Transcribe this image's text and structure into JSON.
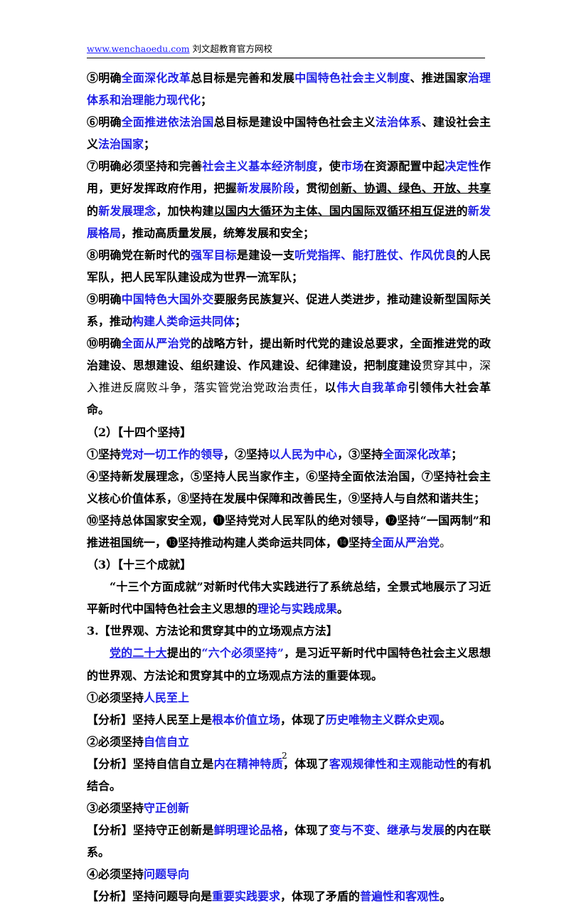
{
  "header": {
    "link": "www.wenchaoedu.com",
    "org": " 刘文超教育官方网校"
  },
  "paragraphs": [
    [
      {
        "t": "⑤明确",
        "s": "b"
      },
      {
        "t": "全面深化改革",
        "s": "hl"
      },
      {
        "t": "总目标是完善和发展",
        "s": "b"
      },
      {
        "t": "中国特色社会主义制度",
        "s": "hl"
      },
      {
        "t": "、推进国家",
        "s": "b"
      },
      {
        "t": "治理体系和治理能力现代化",
        "s": "hl"
      },
      {
        "t": "；",
        "s": "b"
      }
    ],
    [
      {
        "t": "⑥明确",
        "s": "b"
      },
      {
        "t": "全面推进依法治国",
        "s": "hl"
      },
      {
        "t": "总目标是建设中国特色社会主义",
        "s": "b"
      },
      {
        "t": "法治体系",
        "s": "hl"
      },
      {
        "t": "、建设社会主义",
        "s": "b"
      },
      {
        "t": "法治国家",
        "s": "hl"
      },
      {
        "t": "；",
        "s": "b"
      }
    ],
    [
      {
        "t": "⑦明确必须坚持和完善",
        "s": "b"
      },
      {
        "t": "社会主义基本经济制度",
        "s": "hl"
      },
      {
        "t": "，使",
        "s": "b"
      },
      {
        "t": "市场",
        "s": "hl"
      },
      {
        "t": "在资源配置中起",
        "s": "b"
      },
      {
        "t": "决定性",
        "s": "hl"
      },
      {
        "t": "作用，更好发挥政府作用，把握",
        "s": "b"
      },
      {
        "t": "新发展阶段",
        "s": "hl"
      },
      {
        "t": "，贯彻",
        "s": "b"
      },
      {
        "t": "创新、协调、绿色、开放、共享",
        "s": "b u"
      },
      {
        "t": "的",
        "s": "b"
      },
      {
        "t": "新发展理念",
        "s": "hl"
      },
      {
        "t": "，加快构建",
        "s": "b"
      },
      {
        "t": "以国内大循环为主体、国内国际双循环相互促进",
        "s": "b u"
      },
      {
        "t": "的",
        "s": "b"
      },
      {
        "t": "新发展格局",
        "s": "hl"
      },
      {
        "t": "，推动高质量发展，统筹发展和安全；",
        "s": "b"
      }
    ],
    [
      {
        "t": "⑧明确党在新时代的",
        "s": "b"
      },
      {
        "t": "强军目标",
        "s": "hl"
      },
      {
        "t": "是建设一支",
        "s": "b"
      },
      {
        "t": "听党指挥、能打胜仗、作风优良",
        "s": "hl"
      },
      {
        "t": "的人民军队，把人民军队建设成为世界一流军队；",
        "s": "b"
      }
    ],
    [
      {
        "t": "⑨明确",
        "s": "b"
      },
      {
        "t": "中国特色大国外交",
        "s": "hl"
      },
      {
        "t": "要服务民族复兴、促进人类进步，推动建设新型国际关系，推动",
        "s": "b"
      },
      {
        "t": "构建人类命运共同体",
        "s": "hl"
      },
      {
        "t": "；",
        "s": "b"
      }
    ],
    [
      {
        "t": "⑩明确",
        "s": "b"
      },
      {
        "t": "全面从严治党",
        "s": "hl"
      },
      {
        "t": "的战略方针，提出新时代党的建设总要求，全面推进党的政治建设、思想建设、组织建设、作风建设、纪律建设，把制度建设",
        "s": "b"
      },
      {
        "t": "贯穿其中，深入推进反腐败斗争，落实管党治党政治责任，",
        "s": ""
      },
      {
        "t": "以",
        "s": "b"
      },
      {
        "t": "伟大自我革命",
        "s": "hl"
      },
      {
        "t": "引领伟大社会革命。",
        "s": "b"
      }
    ],
    [
      {
        "t": "（2）【十四个坚持】",
        "s": "b"
      }
    ],
    [
      {
        "t": "①坚持",
        "s": "b"
      },
      {
        "t": "党对一切工作的领导",
        "s": "hl"
      },
      {
        "t": "，②坚持",
        "s": "b"
      },
      {
        "t": "以人民为中心",
        "s": "hl"
      },
      {
        "t": "，③坚持",
        "s": "b"
      },
      {
        "t": "全面深化改革",
        "s": "hl"
      },
      {
        "t": "；",
        "s": "b"
      }
    ],
    [
      {
        "t": "④坚持新发展理念，⑤坚持人民当家作主，⑥坚持全面依法治国，⑦坚持社会主义核心价值体系，⑧坚持在发展中保障和改善民生，⑨坚持人与自然和谐共生；",
        "s": "b"
      }
    ],
    [
      {
        "t": "⑩坚持总体国家安全观，⓫坚持党对人民军队的绝对领导，⓬坚持“一国两制”和推进祖国统一，⓭坚持推动构建人类命运共同体，⓮坚持",
        "s": "b"
      },
      {
        "t": "全面从严治党",
        "s": "hl"
      },
      {
        "t": "。",
        "s": ""
      }
    ],
    [
      {
        "t": "（3）【十三个成就】",
        "s": "b"
      }
    ],
    [
      {
        "t": "“十三个方面成就”对新时代伟大实践进行了系统总结，全景式地展示了习近平新时代中国特色社会主义思想的",
        "s": "b"
      },
      {
        "t": "理论与实践成果",
        "s": "hl"
      },
      {
        "t": "。",
        "s": "b"
      }
    ],
    [
      {
        "t": "3.【世界观、方法论和贯穿其中的立场观点方法】",
        "s": "b"
      }
    ],
    [
      {
        "t": "党的二十大",
        "s": "hl u"
      },
      {
        "t": "提出的",
        "s": "b"
      },
      {
        "t": "“六个必须坚持”",
        "s": "hl"
      },
      {
        "t": "，是习近平新时代中国特色社会主义思想的世界观、方法论和贯穿其中的立场观点方法的重要体现。",
        "s": "b"
      }
    ],
    [
      {
        "t": "①必须坚持",
        "s": "b"
      },
      {
        "t": "人民至上",
        "s": "hl"
      }
    ],
    [
      {
        "t": "【分析】坚持人民至上是",
        "s": "b"
      },
      {
        "t": "根本价值立场",
        "s": "hl"
      },
      {
        "t": "，体现了",
        "s": "b"
      },
      {
        "t": "历史唯物主义群众史观",
        "s": "hl"
      },
      {
        "t": "。",
        "s": "b"
      }
    ],
    [
      {
        "t": "②必须坚持",
        "s": "b"
      },
      {
        "t": "自信自立",
        "s": "hl"
      }
    ],
    [
      {
        "t": "【分析】坚持自信自立是",
        "s": "b"
      },
      {
        "t": "内在精神特质",
        "s": "hl"
      },
      {
        "t": "，体现了",
        "s": "b"
      },
      {
        "t": "客观规律性和主观能动性",
        "s": "hl"
      },
      {
        "t": "的有机结合。",
        "s": "b"
      }
    ],
    [
      {
        "t": "③必须坚持",
        "s": "b"
      },
      {
        "t": "守正创新",
        "s": "hl"
      }
    ],
    [
      {
        "t": "【分析】坚持守正创新是",
        "s": "b"
      },
      {
        "t": "鲜明理论品格",
        "s": "hl"
      },
      {
        "t": "，体现了",
        "s": "b"
      },
      {
        "t": "变与不变、继承与发展",
        "s": "hl"
      },
      {
        "t": "的内在联系。",
        "s": "b"
      }
    ],
    [
      {
        "t": "④必须坚持",
        "s": "b"
      },
      {
        "t": "问题导向",
        "s": "hl"
      }
    ],
    [
      {
        "t": "【分析】坚持问题导向是",
        "s": "b"
      },
      {
        "t": "重要实践要求",
        "s": "hl"
      },
      {
        "t": "，体现了矛盾的",
        "s": "b"
      },
      {
        "t": "普遍性和客观性",
        "s": "hl"
      },
      {
        "t": "。",
        "s": "b"
      }
    ]
  ],
  "page_number": "2"
}
